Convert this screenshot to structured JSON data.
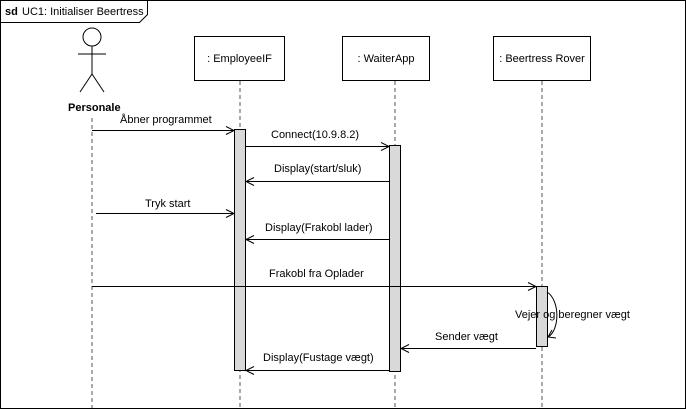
{
  "frame": {
    "keyword": "sd",
    "title": "UC1: Initialiser Beertress"
  },
  "actor": {
    "name": "Personale"
  },
  "lifelines": [
    {
      "id": "employee",
      "label": ": EmployeeIF"
    },
    {
      "id": "waiter",
      "label": ": WaiterApp"
    },
    {
      "id": "rover",
      "label": ": Beertress Rover"
    }
  ],
  "messages": [
    {
      "from": "actor",
      "to": "employee",
      "label": "Åbner programmet",
      "kind": "sync"
    },
    {
      "from": "employee",
      "to": "waiter",
      "label": "Connect(10.9.8.2)",
      "kind": "sync"
    },
    {
      "from": "waiter",
      "to": "employee",
      "label": "Display(start/sluk)",
      "kind": "async"
    },
    {
      "from": "actor",
      "to": "employee",
      "label": "Tryk start",
      "kind": "sync"
    },
    {
      "from": "waiter",
      "to": "employee",
      "label": "Display(Frakobl lader)",
      "kind": "async"
    },
    {
      "from": "actor",
      "to": "rover",
      "label": "Frakobl fra Oplader",
      "kind": "sync"
    },
    {
      "from": "rover",
      "to": "rover",
      "label": "Vejer og beregner vægt",
      "kind": "self"
    },
    {
      "from": "rover",
      "to": "waiter",
      "label": "Sender vægt",
      "kind": "sync"
    },
    {
      "from": "waiter",
      "to": "employee",
      "label": "Display(Fustage vægt)",
      "kind": "async"
    }
  ],
  "colors": {
    "line": "#000000",
    "activation_fill": "#d9d9d9",
    "box_fill": "#ffffff"
  }
}
